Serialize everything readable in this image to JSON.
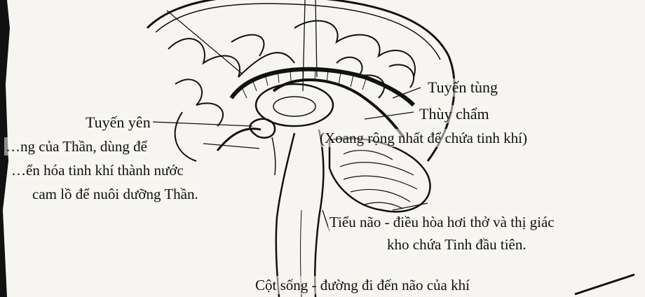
{
  "labels": {
    "pineal": "Tuyến tùng",
    "occipital": "Thùy chẩm",
    "occipital_note": "(Xoang rộng nhất để chứa tinh khí)",
    "pituitary": "Tuyến yên",
    "pituitary_line1": "…ng của Thần, dùng để",
    "pituitary_line2": "…ển hóa tinh khí thành nước",
    "pituitary_line3": "cam lồ để nuôi dưỡng Thần.",
    "cerebellum": "Tiểu não - điều hòa hơi thở và thị giác",
    "cerebellum_line2": "kho chứa Tinh đầu tiên.",
    "spine": "Cột sống - đường đi đến não của khí"
  },
  "colors": {
    "ink": "#111111",
    "paper": "#f7f5f1"
  }
}
